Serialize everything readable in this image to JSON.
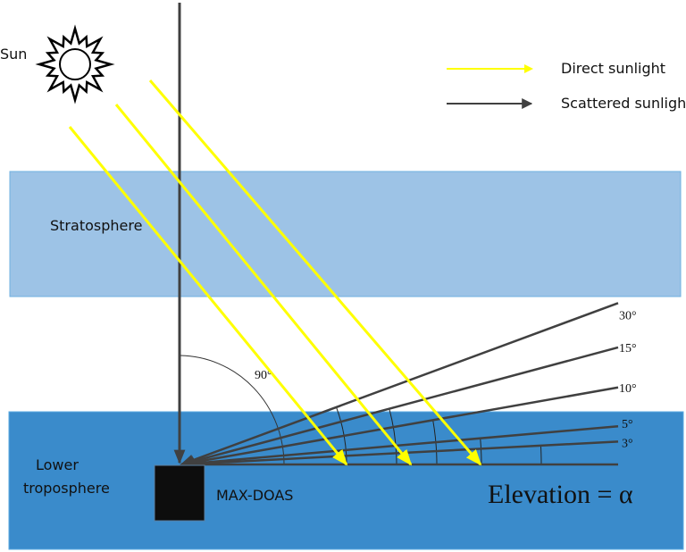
{
  "labels": {
    "sun": "Sun",
    "stratosphere": "Stratosphere",
    "lower_troposphere_line1": "Lower",
    "lower_troposphere_line2": "troposphere",
    "instrument": "MAX-DOAS",
    "elevation": "Elevation = α",
    "zenith_angle": "90°"
  },
  "legend": [
    {
      "label": "Direct sunlight",
      "color": "#ffff00"
    },
    {
      "label": "Scattered sunlight",
      "color": "#404040"
    }
  ],
  "elevation_angles": [
    {
      "deg": 30,
      "label": "30°"
    },
    {
      "deg": 15,
      "label": "15°"
    },
    {
      "deg": 10,
      "label": "10°"
    },
    {
      "deg": 5,
      "label": "5°"
    },
    {
      "deg": 3,
      "label": "3°"
    }
  ],
  "colors": {
    "stratosphere": "#9dc3e6",
    "troposphere": "#3a8bcb",
    "direct": "#ffff00",
    "scattered": "#404040",
    "instrument": "#0d0d0d"
  }
}
